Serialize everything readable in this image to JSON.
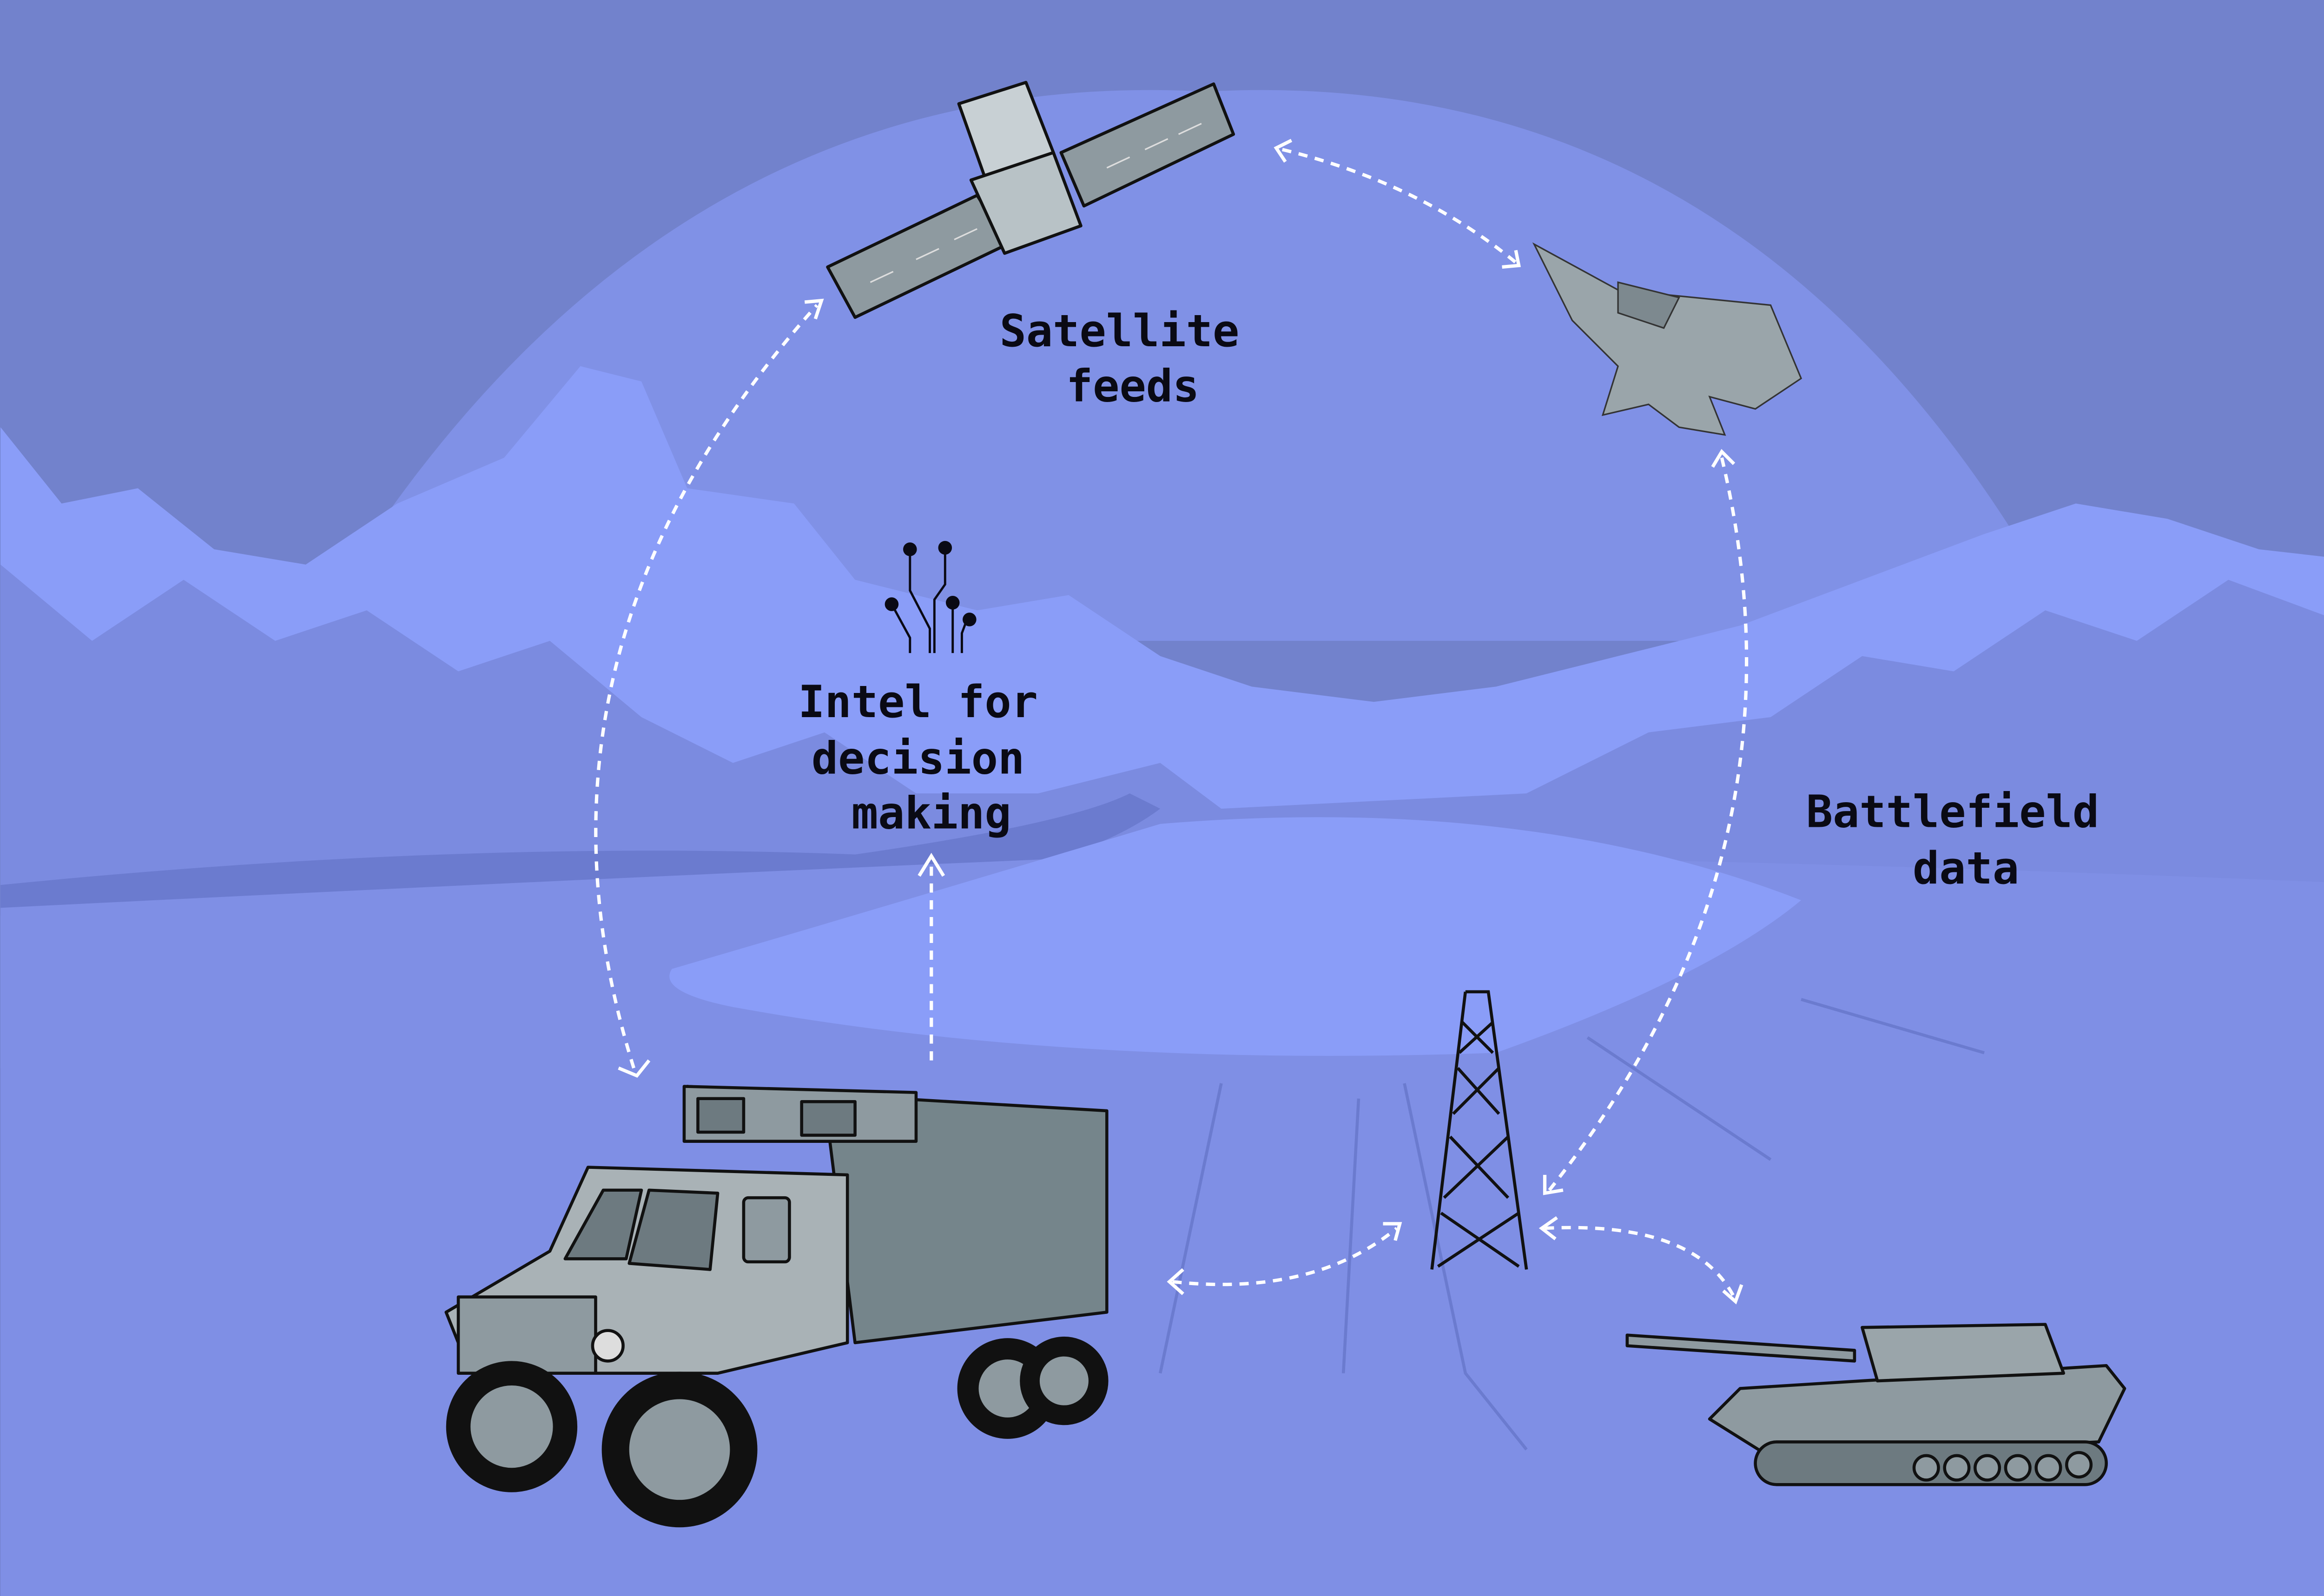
{
  "labels": {
    "satellite": [
      "Satellite",
      "feeds"
    ],
    "intel": [
      "Intel for",
      "decision",
      "making"
    ],
    "battlefield": [
      "Battlefield",
      "data"
    ]
  },
  "colors": {
    "sky": "#7282cc",
    "dome": "#8091e6",
    "mountains_light": "#8a9df8",
    "mountains_dark": "#6b7bcf",
    "ground": "#7f8fe5",
    "vehicle_gray": "#8e9aa0",
    "vehicle_dark": "#6d7a80",
    "arrow": "#ffffff",
    "text": "#0a0a14"
  }
}
